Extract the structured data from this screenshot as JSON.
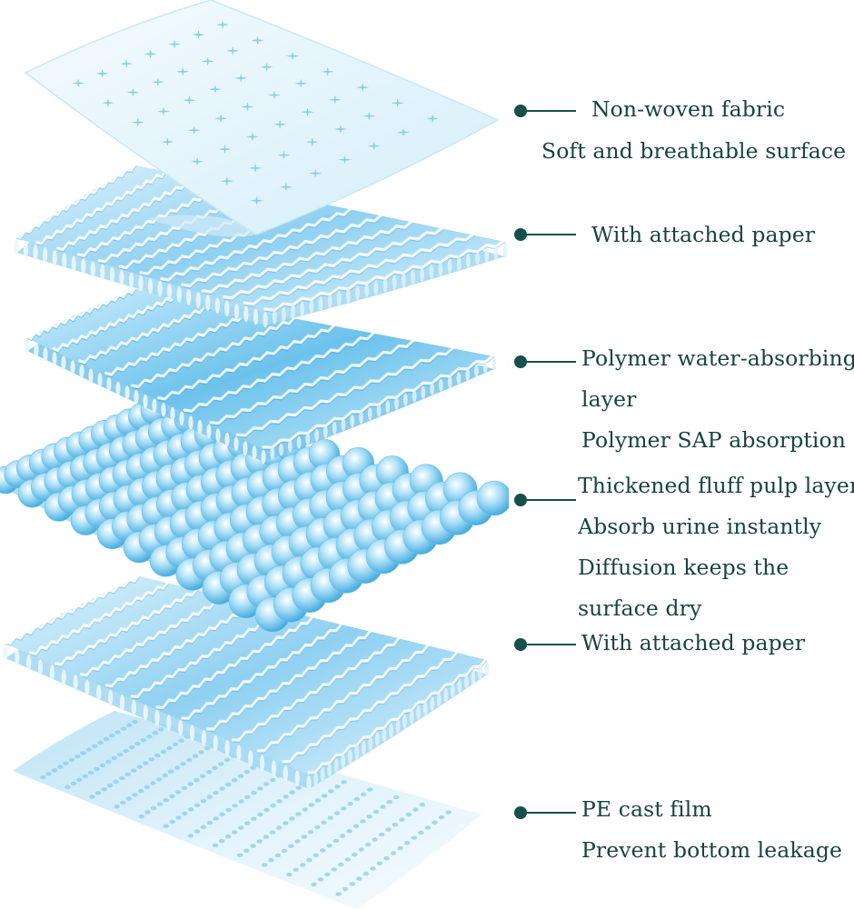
{
  "palette": {
    "accent": "#15504b",
    "text": "#17433f",
    "layer_light": "#eaf6fc",
    "layer_mid": "#a9dcf5",
    "layer_deep": "#4fb4e6"
  },
  "layers": [
    {
      "id": "nonwoven",
      "visual": "dotted-sheet",
      "lines": [
        "Non-woven fabric",
        "Soft and breathable surface"
      ]
    },
    {
      "id": "paper-top",
      "visual": "fibre-mesh",
      "lines": [
        "With attached paper"
      ]
    },
    {
      "id": "polymer",
      "visual": "fibre-mesh",
      "lines": [
        "Polymer water-absorbing",
        "layer",
        "Polymer SAP absorption"
      ]
    },
    {
      "id": "fluff-pulp",
      "visual": "bead-grid",
      "lines": [
        "Thickened fluff pulp layer",
        "Absorb urine instantly",
        "Diffusion keeps the",
        "surface dry"
      ]
    },
    {
      "id": "paper-bottom",
      "visual": "fibre-mesh",
      "lines": [
        "With attached paper"
      ]
    },
    {
      "id": "pe-film",
      "visual": "perforated-film",
      "lines": [
        "PE cast film",
        "Prevent bottom leakage"
      ]
    }
  ]
}
